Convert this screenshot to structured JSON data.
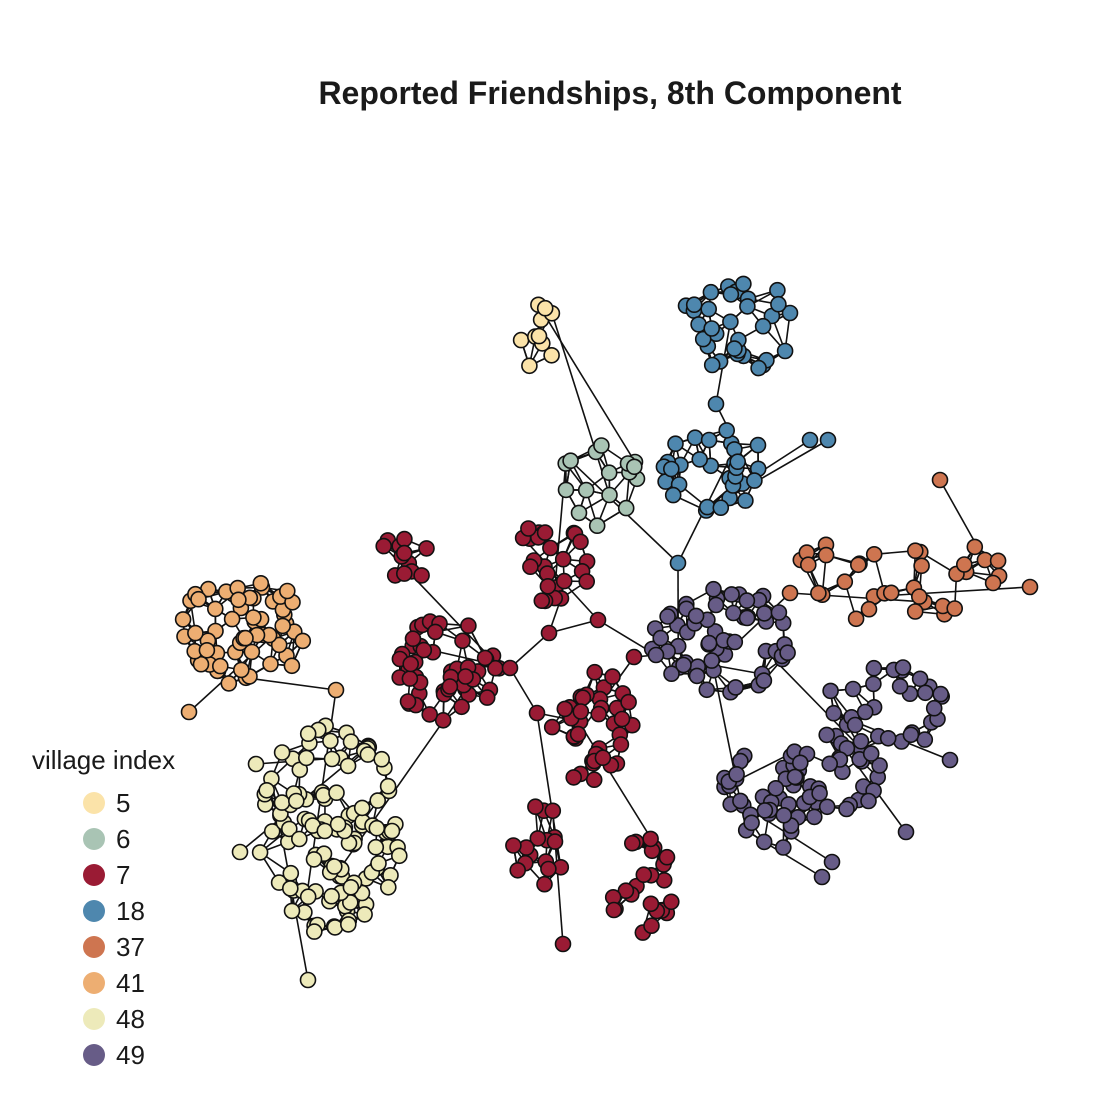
{
  "title": "Reported Friendships, 8th Component",
  "legend": {
    "title": "village index",
    "entries": [
      {
        "label": "5",
        "color": "#FBE3A9"
      },
      {
        "label": "6",
        "color": "#A9C4B4"
      },
      {
        "label": "7",
        "color": "#9A1B34"
      },
      {
        "label": "18",
        "color": "#4E87AE"
      },
      {
        "label": "37",
        "color": "#CE7550"
      },
      {
        "label": "41",
        "color": "#EDAE72"
      },
      {
        "label": "48",
        "color": "#EDEABA"
      },
      {
        "label": "49",
        "color": "#675C87"
      }
    ]
  }
}
